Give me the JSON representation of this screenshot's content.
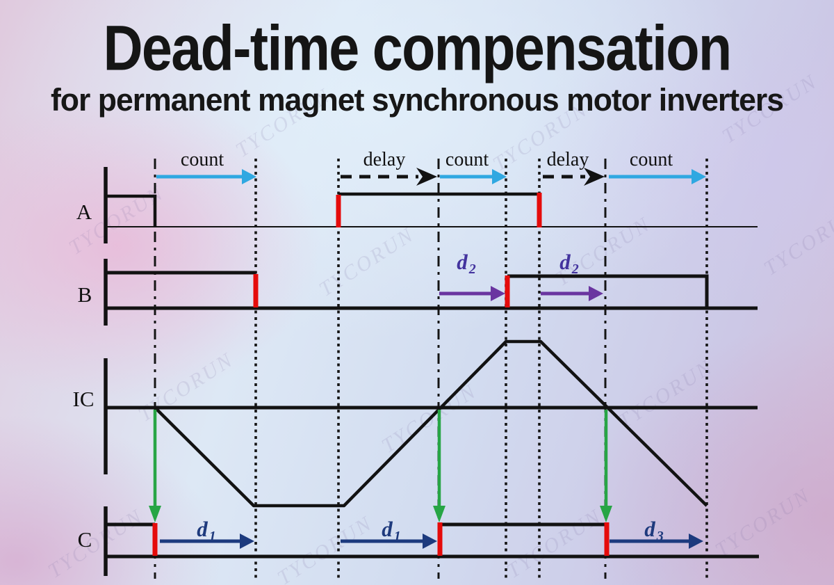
{
  "title": "Dead-time compensation",
  "subtitle": "for permanent magnet synchronous motor inverters",
  "watermark": {
    "text": "TYCORUN"
  },
  "signals": {
    "a": "A",
    "b": "B",
    "ic": "IC",
    "c": "C"
  },
  "timeline": {
    "segment_labels": [
      {
        "text": "count"
      },
      {
        "text": "delay"
      },
      {
        "text": "count"
      },
      {
        "text": "delay"
      },
      {
        "text": "count"
      }
    ],
    "d_labels": [
      {
        "base": "d",
        "sub": "2"
      },
      {
        "base": "d",
        "sub": "2"
      },
      {
        "base": "d",
        "sub": "1"
      },
      {
        "base": "d",
        "sub": "1"
      },
      {
        "base": "d",
        "sub": "3"
      }
    ]
  },
  "colors": {
    "count_arrow": "#2FA8E1",
    "delay_arrow": "#121212",
    "d2_arrow": "#6A35A0",
    "d1_d3_arrow": "#1C3A7E",
    "green_arrow": "#27A545",
    "red_edge": "#E50B0B",
    "signal_line": "#121212",
    "d2_label": "#43339E",
    "d1_d3_label": "#1E3A7D"
  }
}
